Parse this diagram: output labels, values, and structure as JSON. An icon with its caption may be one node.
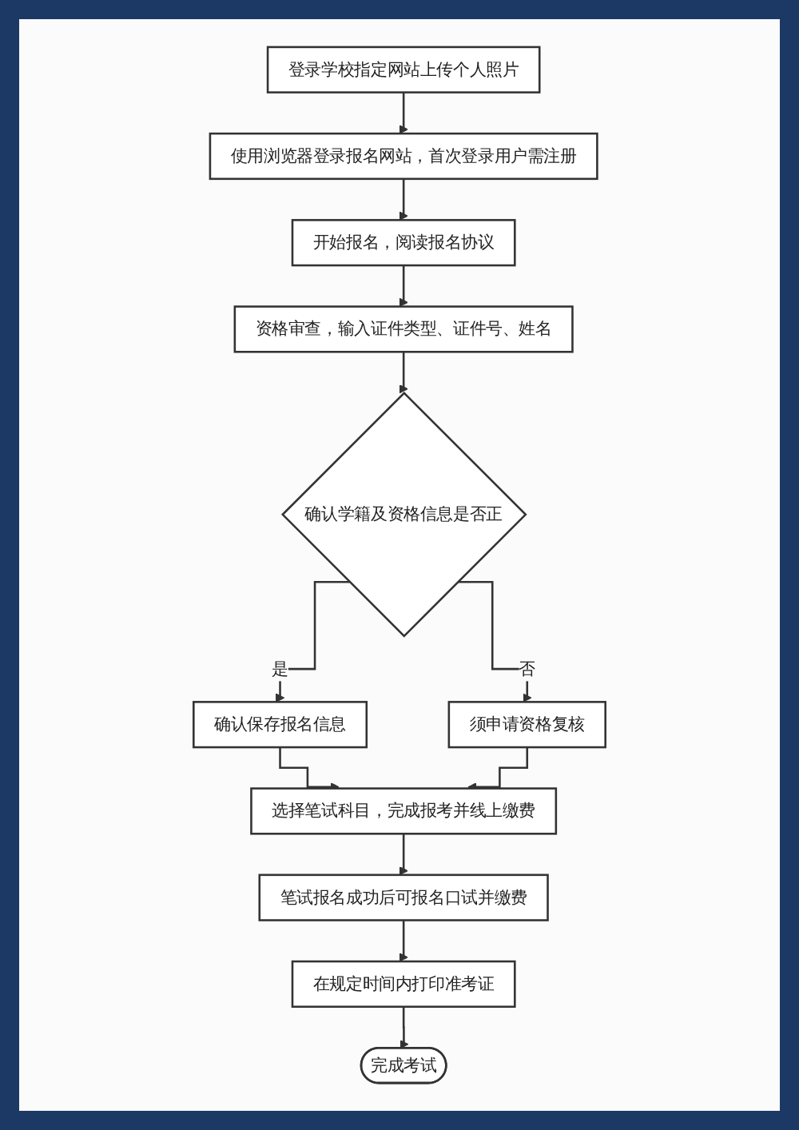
{
  "diagram": {
    "nodes": [
      {
        "text": [
          "登录学校指定网站上传个人照片"
        ]
      },
      {
        "text": [
          "使用浏览器登录报名网站，首次登录用户需注册"
        ]
      },
      {
        "text": [
          "开始报名，阅读报名协议"
        ]
      },
      {
        "text": [
          "资格审查，输入证件类型、证件号、姓名"
        ]
      },
      {
        "text": [
          "确认学籍及资格信息是否正"
        ]
      },
      {
        "text": [
          "确认保存报名信息"
        ]
      },
      {
        "text": [
          "须申请资格复核"
        ]
      },
      {
        "text": [
          "选择笔试科目，完成报考并线上缴费"
        ]
      },
      {
        "text": [
          "笔试报名成功后可报名口试并缴费"
        ]
      },
      {
        "text": [
          "在规定时间内打印准考证"
        ]
      },
      {
        "text": [
          "完成考试"
        ]
      }
    ],
    "edges": [
      {
        "from": 0,
        "to": 1,
        "arrow": "to"
      },
      {
        "from": 1,
        "to": 2,
        "arrow": "to"
      },
      {
        "from": 2,
        "to": 3,
        "arrow": "to"
      },
      {
        "from": 3,
        "to": 4,
        "arrow": "to"
      },
      {
        "from": 4,
        "to": 5,
        "arrow": "to",
        "label": "是"
      },
      {
        "from": 4,
        "to": 6,
        "arrow": "to",
        "label": "否"
      },
      {
        "from": 5,
        "to": 7,
        "arrow": "to"
      },
      {
        "from": 6,
        "to": 7,
        "arrow": "to"
      },
      {
        "from": 7,
        "to": 8,
        "arrow": "to"
      },
      {
        "from": 8,
        "to": 9,
        "arrow": "to"
      },
      {
        "from": 9,
        "to": 10,
        "arrow": "to"
      }
    ]
  }
}
